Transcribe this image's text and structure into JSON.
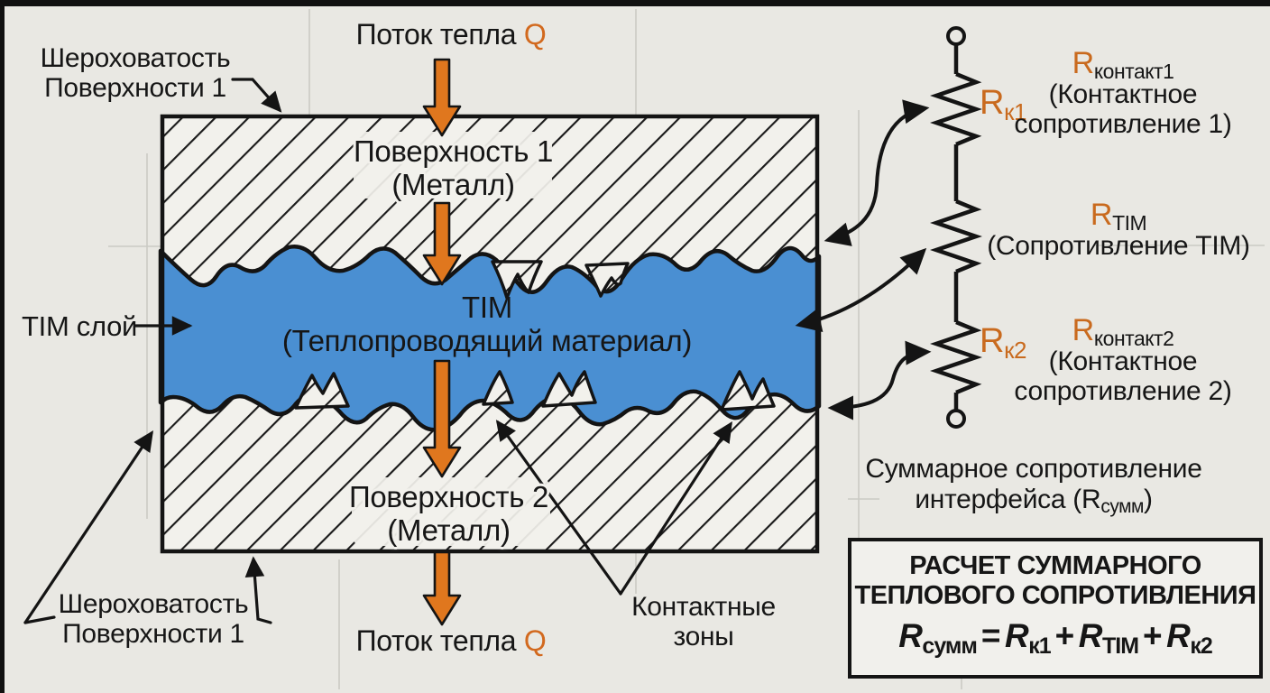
{
  "palette": {
    "background": "#e9e8e3",
    "hatch_fill": "#f2f1ec",
    "tim_blue": "#4a8fd2",
    "arrow_orange": "#e0771e",
    "text_orange": "#c96a1e",
    "line_black": "#141414"
  },
  "labels": {
    "roughness_top": {
      "line1": "Шероховатость",
      "line2": "Поверхности 1"
    },
    "roughness_bottom": {
      "line1": "Шероховатость",
      "line2": "Поверхности 1"
    },
    "heat_flow_top": {
      "label": "Поток тепла",
      "symbol": "Q"
    },
    "heat_flow_bottom": {
      "label": "Поток тепла",
      "symbol": "Q"
    },
    "surface1": {
      "line1": "Поверхность 1",
      "line2": "(Металл)"
    },
    "tim_layer": {
      "line1": "TIM",
      "line2": "(Теплопроводящий материал)"
    },
    "surface2": {
      "line1": "Поверхность 2",
      "line2": "(Металл)"
    },
    "tim_side": "TIM слой",
    "contact_zones": {
      "line1": "Контактные",
      "line2": "зоны"
    }
  },
  "circuit": {
    "rk1": {
      "base": "R",
      "sub": "к1"
    },
    "rk2": {
      "base": "R",
      "sub": "к2"
    },
    "legend1": {
      "base": "R",
      "sub": "контакт1",
      "desc1": "(Контактное",
      "desc2": "сопротивление 1)"
    },
    "legend2": {
      "base": "R",
      "sub": "TIM",
      "desc1": "(Сопротивление TIM)"
    },
    "legend3": {
      "base": "R",
      "sub": "контакт2",
      "desc1": "(Контактное",
      "desc2": "сопротивление 2)"
    },
    "total": {
      "line1": "Суммарное сопротивление",
      "line2_pre": "интерфейса (R",
      "line2_sub": "сумм",
      "line2_post": ")"
    }
  },
  "formula_box": {
    "title1": "РАСЧЕТ СУММАРНОГО",
    "title2": "ТЕПЛОВОГО СОПРОТИВЛЕНИЯ",
    "t0": {
      "base": "R",
      "sub": "сумм"
    },
    "op1": "=",
    "t1": {
      "base": "R",
      "sub": "к1"
    },
    "op2": "+",
    "t2": {
      "base": "R",
      "sub": "TIM"
    },
    "op3": "+",
    "t3": {
      "base": "R",
      "sub": "к2"
    }
  }
}
